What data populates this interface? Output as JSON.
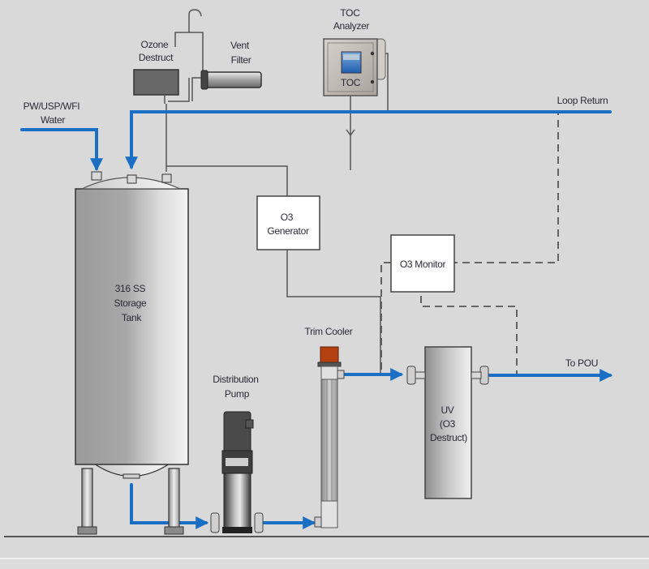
{
  "diagram": {
    "title": "Water Storage and Distribution Loop with Ozone Sanitization",
    "colors": {
      "background": "#d9d9d9",
      "water_line": "#1a6fc4",
      "signal_line": "#555555",
      "box_fill": "#ffffff",
      "cooler_cap": "#b5400f"
    },
    "labels": {
      "inlet": [
        "PW/USP/WFI",
        "Water"
      ],
      "ozone_destruct": [
        "Ozone",
        "Destruct"
      ],
      "vent_filter": [
        "Vent",
        "Filter"
      ],
      "toc_analyzer": [
        "TOC",
        "Analyzer"
      ],
      "toc_display": "TOC",
      "loop_return": "Loop Return",
      "o3_generator": [
        "O3",
        "Generator"
      ],
      "o3_monitor": "O3 Monitor",
      "tank": [
        "316 SS",
        "Storage",
        "Tank"
      ],
      "trim_cooler": "Trim Cooler",
      "distribution_pump": [
        "Distribution",
        "Pump"
      ],
      "uv": [
        "UV",
        "(O3",
        "Destruct)"
      ],
      "to_pou": "To POU"
    }
  }
}
